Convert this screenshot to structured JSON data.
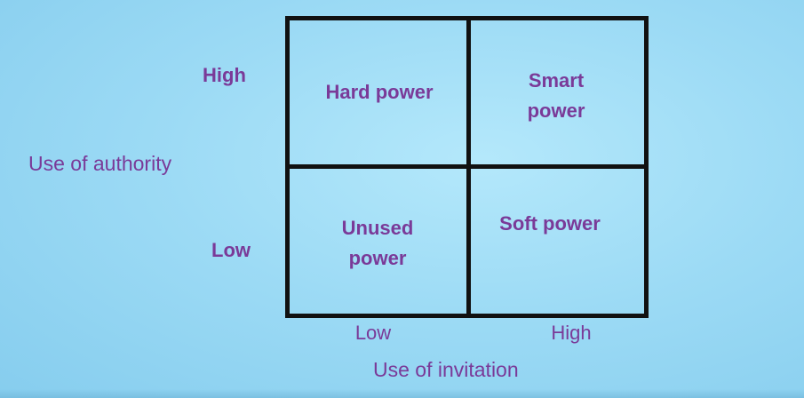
{
  "axes": {
    "y_title": "Use of authority",
    "x_title": "Use of invitation",
    "y_high": "High",
    "y_low": "Low",
    "x_low": "Low",
    "x_high": "High"
  },
  "quadrants": {
    "high_authority_low_invitation": "Hard power",
    "high_authority_high_invitation": "Smart power",
    "low_authority_low_invitation": "Unused power",
    "low_authority_high_invitation": "Soft power"
  },
  "colors": {
    "text": "#7a3a98",
    "grid_lines": "#111111",
    "background": "#9ddbf5"
  }
}
